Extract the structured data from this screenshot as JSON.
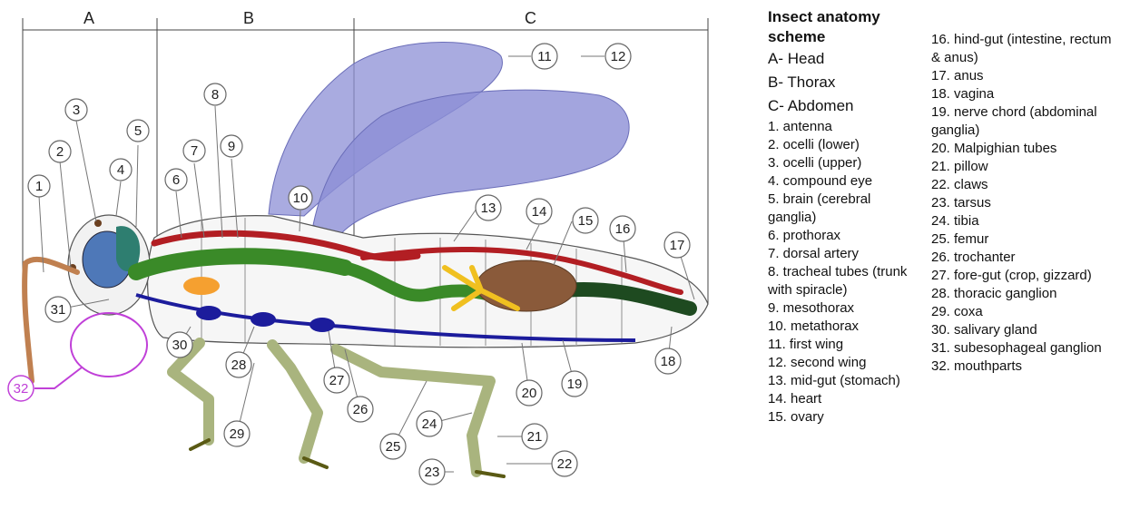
{
  "segments": {
    "a": "A",
    "b": "B",
    "c": "C"
  },
  "legend": {
    "title": "Insect anatomy scheme",
    "sections": [
      "A- Head",
      "B- Thorax",
      "C- Abdomen"
    ],
    "items": [
      "1. antenna",
      "2. ocelli (lower)",
      "3. ocelli (upper)",
      "4. compound eye",
      "5. brain (cerebral ganglia)",
      "6. prothorax",
      "7. dorsal artery",
      "8. tracheal tubes (trunk with spiracle)",
      "9. mesothorax",
      "10. metathorax",
      "11. first wing",
      "12. second wing",
      "13. mid-gut (stomach)",
      "14. heart",
      "15. ovary",
      "16. hind-gut (intestine, rectum & anus)",
      "17. anus",
      "18. vagina",
      "19. nerve chord (abdominal ganglia)",
      "20. Malpighian tubes",
      "21. pillow",
      "22. claws",
      "23. tarsus",
      "24. tibia",
      "25. femur",
      "26. trochanter",
      "27. fore-gut (crop, gizzard)",
      "28. thoracic ganglion",
      "29. coxa",
      "30. salivary gland",
      "31. subesophageal ganglion",
      "32. mouthparts"
    ]
  },
  "callouts": [
    "1",
    "2",
    "3",
    "4",
    "5",
    "6",
    "7",
    "8",
    "9",
    "10",
    "11",
    "12",
    "13",
    "14",
    "15",
    "16",
    "17",
    "18",
    "19",
    "20",
    "21",
    "22",
    "23",
    "24",
    "25",
    "26",
    "27",
    "28",
    "29",
    "30",
    "31",
    "32"
  ],
  "colors": {
    "wing": "#8c8fd6",
    "dorsal_artery": "#b21e23",
    "gut": "#3a8a28",
    "nerve": "#1c1c9c",
    "leg": "#a9b47e",
    "highlight": "#c040d8"
  }
}
